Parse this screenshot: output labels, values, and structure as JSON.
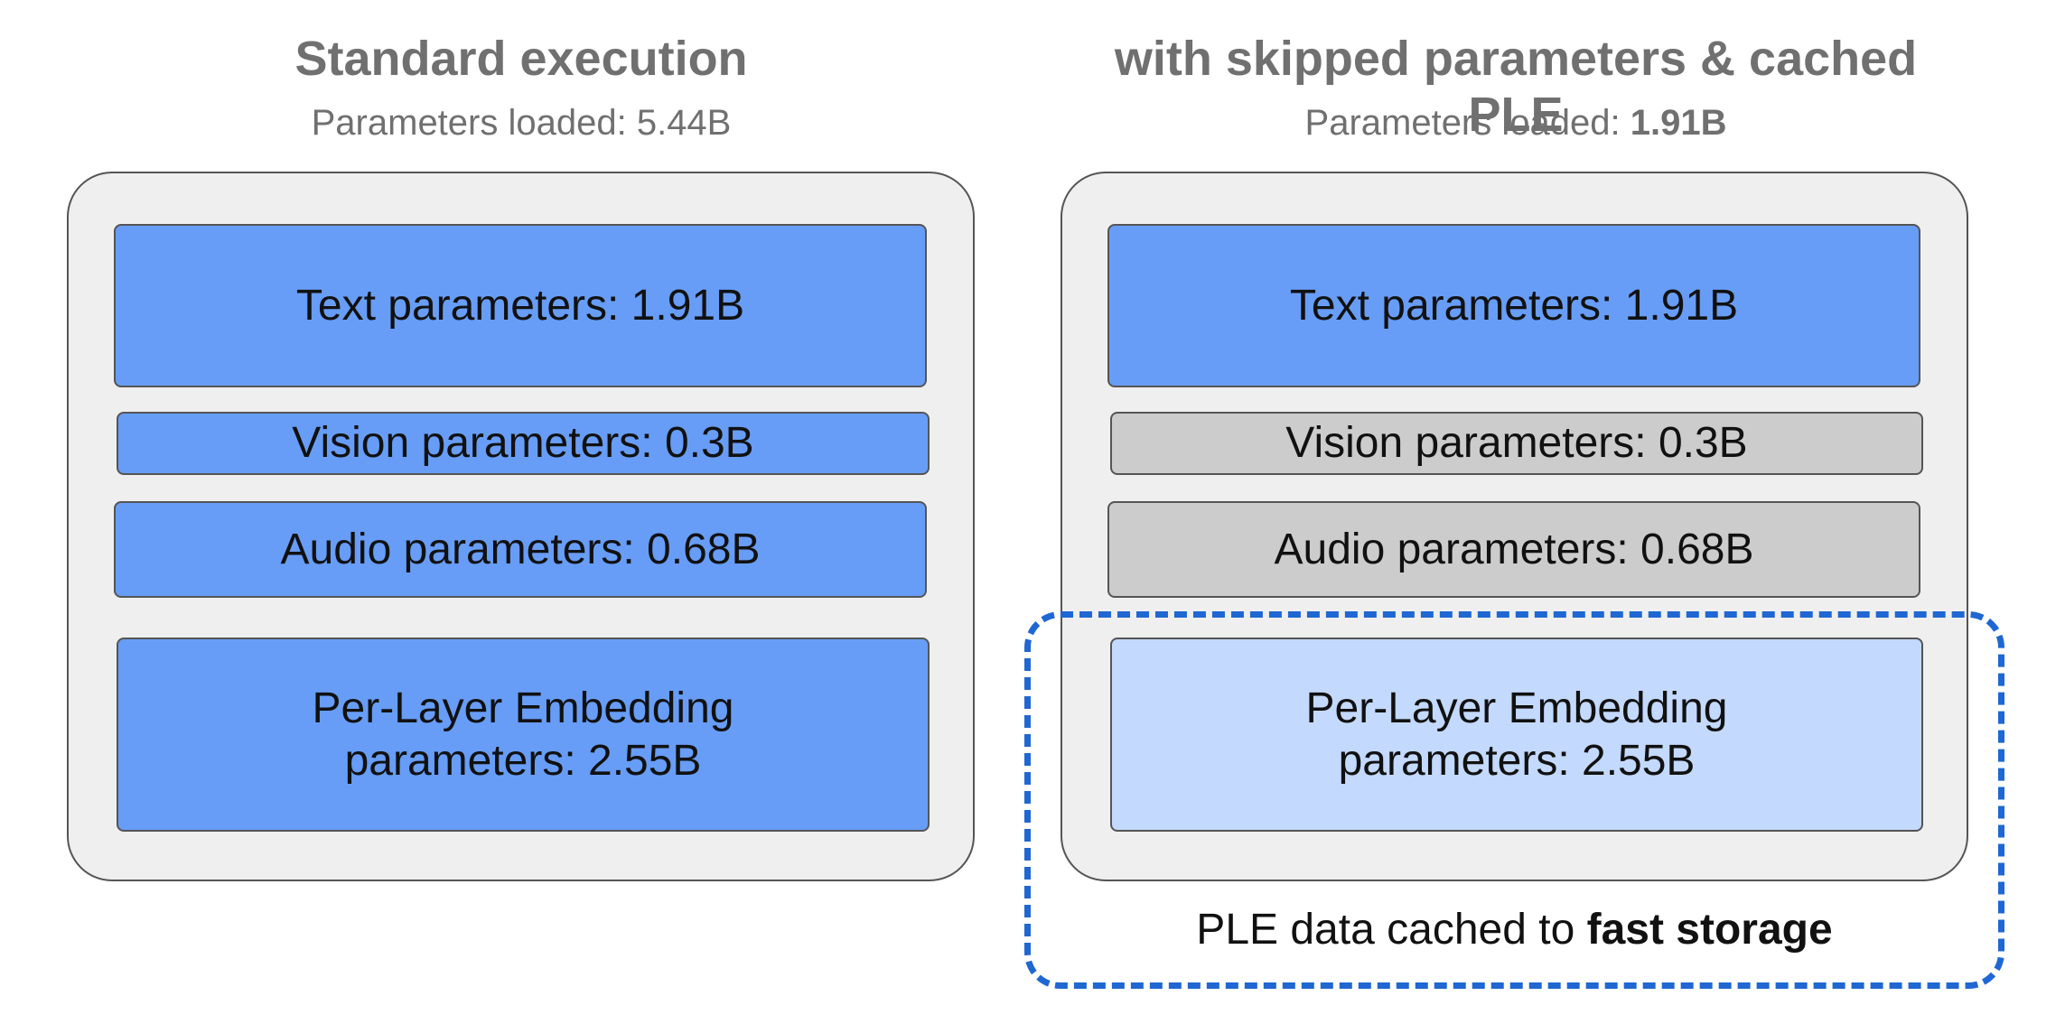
{
  "left_panel": {
    "title": "Standard execution",
    "subtitle_label": "Parameters loaded: ",
    "subtitle_value": "5.44B",
    "blocks": {
      "text": "Text parameters: 1.91B",
      "vision": "Vision parameters: 0.3B",
      "audio": "Audio parameters: 0.68B",
      "ple_line1": "Per-Layer Embedding",
      "ple_line2": "parameters: 2.55B"
    }
  },
  "right_panel": {
    "title": "with skipped parameters & cached PLE",
    "subtitle_label": "Parameters loaded: ",
    "subtitle_value": "1.91B",
    "blocks": {
      "text": "Text parameters: 1.91B",
      "vision": "Vision parameters: 0.3B",
      "audio": "Audio parameters: 0.68B",
      "ple_line1": "Per-Layer Embedding",
      "ple_line2": "parameters: 2.55B"
    },
    "caption_prefix": "PLE data cached to ",
    "caption_bold": "fast storage"
  },
  "colors": {
    "loaded_block": "#679df6",
    "skipped_block": "#cccccc",
    "cached_block": "#c3d9fd",
    "cache_outline": "#1f67d2",
    "container": "#efefef"
  }
}
